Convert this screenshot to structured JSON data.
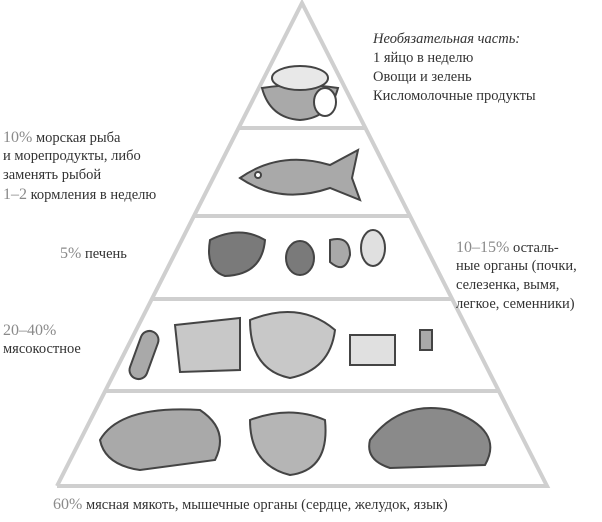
{
  "optional": {
    "title": "Необязательная часть:",
    "lines": [
      "1 яйцо в неделю",
      "Овощи и зелень",
      "Кисломолочные продукты"
    ]
  },
  "fish": {
    "pct": "10%",
    "l1": "морская рыба",
    "l2": "и морепродукты, либо",
    "l3": "заменять рыбой",
    "pct2": "1–2",
    "l4": "кормления в неделю"
  },
  "liver": {
    "pct": "5%",
    "text": "печень"
  },
  "organs": {
    "pct": "10–15%",
    "l1": "осталь-",
    "l2": "ные органы (почки,",
    "l3": "селезенка, вымя,",
    "l4": "легкое, семенники)"
  },
  "bone": {
    "pct": "20–40%",
    "text": "мясокостное"
  },
  "meat": {
    "pct": "60%",
    "text": "мясная мякоть, мышечные органы (сердце, желудок, язык)"
  },
  "colors": {
    "line": "#cfcfcf",
    "fill": "#a9a9a9",
    "dark": "#7a7a7a",
    "pct": "#8a8a8a"
  }
}
